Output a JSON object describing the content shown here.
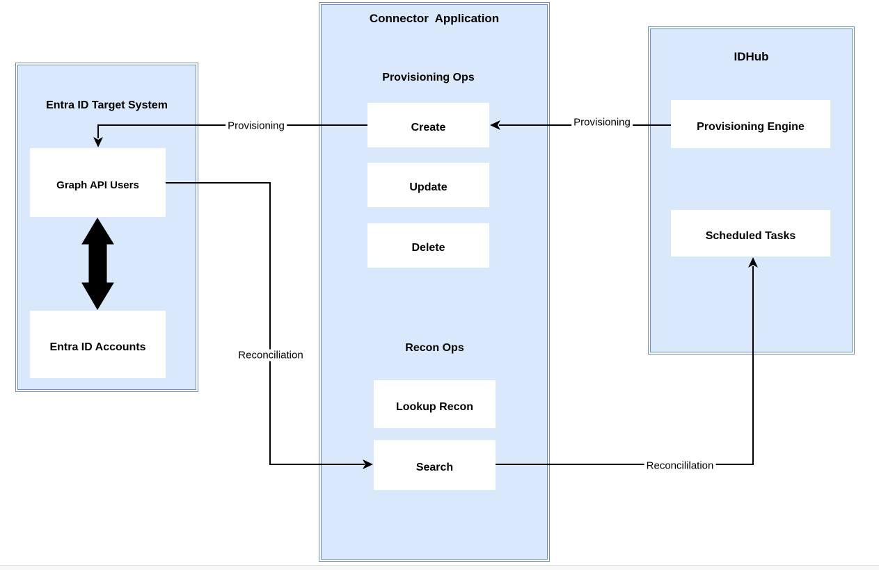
{
  "diagram": {
    "colors": {
      "group_fill": "#dae8fc",
      "group_stroke": "#6c8ebf",
      "node_fill": "#ffffff",
      "connector": "#000000",
      "text": "#000000"
    },
    "groups": [
      {
        "id": "entra-id-target-system",
        "title": "Entra ID Target System",
        "nodes": [
          {
            "id": "graph-api-users",
            "label": "Graph API Users"
          },
          {
            "id": "entra-id-accounts",
            "label": "Entra ID Accounts"
          }
        ]
      },
      {
        "id": "connector-application",
        "title": "Connector  Application",
        "sections": [
          {
            "label": "Provisioning Ops",
            "nodes": [
              "Create",
              "Update",
              "Delete"
            ]
          },
          {
            "label": "Recon Ops",
            "nodes": [
              "Lookup Recon",
              "Search"
            ]
          }
        ]
      },
      {
        "id": "idhub",
        "title": "IDHub",
        "nodes": [
          {
            "id": "provisioning-engine",
            "label": "Provisioning Engine"
          },
          {
            "id": "scheduled-tasks",
            "label": "Scheduled Tasks"
          }
        ]
      }
    ],
    "edges": [
      {
        "id": "provisioning-to-target",
        "label": "Provisioning",
        "from": "Create",
        "to": "Graph API Users"
      },
      {
        "id": "provisioning-from-idhub",
        "label": "Provisioning",
        "from": "Provisioning Engine",
        "to": "Create"
      },
      {
        "id": "reconciliation-to-search",
        "label": "Reconciliation",
        "from": "Graph API Users",
        "to": "Search"
      },
      {
        "id": "reconcililation-to-tasks",
        "label": "Reconcililation",
        "from": "Search",
        "to": "Scheduled Tasks"
      },
      {
        "id": "users-accounts-sync",
        "label": "",
        "from": "Graph API Users",
        "to": "Entra ID Accounts",
        "style": "thick-double-arrow"
      }
    ]
  }
}
